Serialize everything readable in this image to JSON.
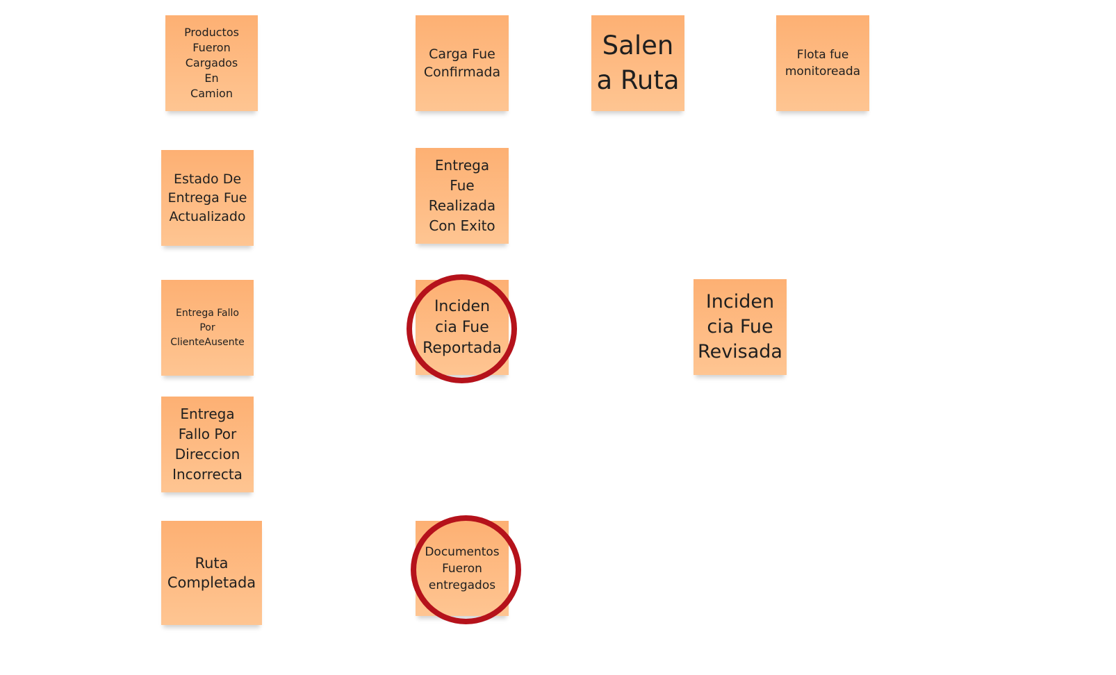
{
  "board": {
    "notes": [
      {
        "id": "productos-cargados",
        "text": "Productos\nFueron\nCargados\nEn\nCamion"
      },
      {
        "id": "carga-confirmada",
        "text": "Carga Fue\nConfirmada"
      },
      {
        "id": "salen-a-ruta",
        "text": "Salen\na Ruta"
      },
      {
        "id": "flota-monitoreada",
        "text": "Flota fue\nmonitoreada"
      },
      {
        "id": "estado-entrega-actualizado",
        "text": "Estado De\nEntrega Fue\nActualizado"
      },
      {
        "id": "entrega-exito",
        "text": "Entrega\nFue\nRealizada\nCon Exito"
      },
      {
        "id": "entrega-fallo-cliente-ausente",
        "text": "Entrega Fallo\nPor\nClienteAusente"
      },
      {
        "id": "incidencia-reportada",
        "text": "Inciden\ncia Fue\nReportada",
        "highlighted": true
      },
      {
        "id": "incidencia-revisada",
        "text": "Inciden\ncia Fue\nRevisada"
      },
      {
        "id": "entrega-fallo-direccion",
        "text": "Entrega\nFallo Por\nDireccion\nIncorrecta"
      },
      {
        "id": "ruta-completada",
        "text": "Ruta\nCompletada"
      },
      {
        "id": "documentos-entregados",
        "text": "Documentos\nFueron\nentregados",
        "highlighted": true
      }
    ]
  },
  "colors": {
    "sticky_top": "#fdb073",
    "sticky_bottom": "#fec592",
    "highlight_ring": "#b5121b",
    "text": "#1f1f1f"
  }
}
